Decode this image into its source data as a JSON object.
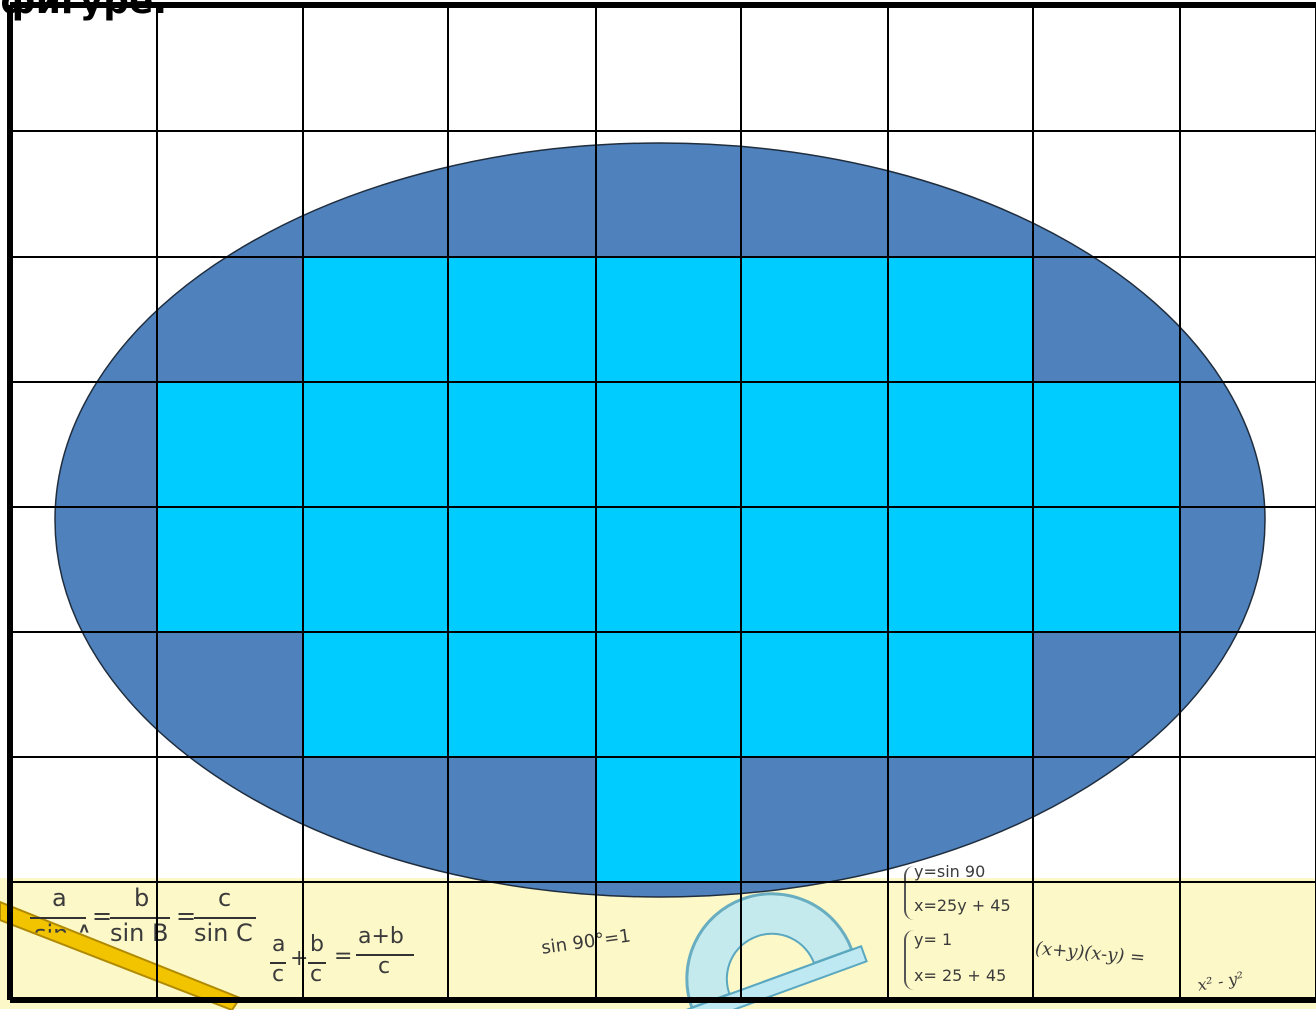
{
  "caption": "фигуре.",
  "grid": {
    "columns": 9,
    "rows": 8,
    "line_color": "#000000"
  },
  "ellipse": {
    "fill": "#4f81bd",
    "stroke": "#1f2d3d"
  },
  "inner_cells": {
    "fill": "#00ccff",
    "cells": [
      [
        2,
        2
      ],
      [
        3,
        2
      ],
      [
        4,
        2
      ],
      [
        5,
        2
      ],
      [
        6,
        2
      ],
      [
        1,
        3
      ],
      [
        2,
        3
      ],
      [
        3,
        3
      ],
      [
        4,
        3
      ],
      [
        5,
        3
      ],
      [
        6,
        3
      ],
      [
        7,
        3
      ],
      [
        1,
        4
      ],
      [
        2,
        4
      ],
      [
        3,
        4
      ],
      [
        4,
        4
      ],
      [
        5,
        4
      ],
      [
        6,
        4
      ],
      [
        7,
        4
      ],
      [
        2,
        5
      ],
      [
        3,
        5
      ],
      [
        4,
        5
      ],
      [
        5,
        5
      ],
      [
        6,
        5
      ],
      [
        4,
        6
      ]
    ]
  },
  "background": {
    "band_color": "#fdf8c8",
    "law_of_sines": {
      "lhs_num": "a",
      "lhs_den": "sin A",
      "mid_num": "b",
      "mid_den": "sin B",
      "rhs_num": "c",
      "rhs_den": "sin C"
    },
    "fraction_sum": {
      "f1_num": "a",
      "f1_den": "c",
      "f2_num": "b",
      "f2_den": "c",
      "res_num": "a+b",
      "res_den": "c"
    },
    "sin_identity": "sin 90°=1",
    "system_1": [
      "y=sin 90",
      "x=25y + 45"
    ],
    "system_2": [
      "y= 1",
      "x= 25 + 45"
    ],
    "product": "(x+y)(x-y) =",
    "difference": "x² - y²"
  }
}
